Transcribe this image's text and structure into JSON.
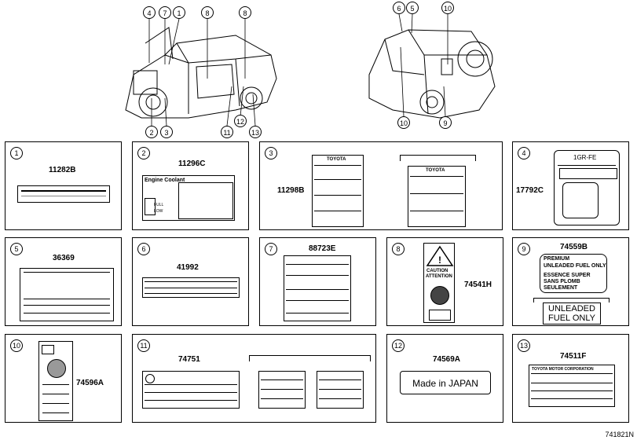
{
  "diagram_id": "741821N",
  "callouts": {
    "front": [
      "4",
      "7",
      "1",
      "8",
      "8",
      "2",
      "3",
      "11",
      "12",
      "13"
    ],
    "rear": [
      "6",
      "5",
      "10",
      "10",
      "9"
    ]
  },
  "panels": [
    {
      "num": "1",
      "part": "11282B"
    },
    {
      "num": "2",
      "part": "11296C",
      "label_title": "Engine Coolant",
      "label_sub": "FULL",
      "label_sub2": "LOW"
    },
    {
      "num": "3",
      "part": "11298B",
      "brand": "TOYOTA",
      "brand2": "TOYOTA"
    },
    {
      "num": "4",
      "part": "17792C",
      "engine": "1GR-FE"
    },
    {
      "num": "5",
      "part": "36369"
    },
    {
      "num": "6",
      "part": "41992"
    },
    {
      "num": "7",
      "part": "88723E"
    },
    {
      "num": "8",
      "part": "74541H",
      "caution": "CAUTION",
      "attention": "ATTENTION"
    },
    {
      "num": "9",
      "part": "74559B",
      "line1": "PREMIUM",
      "line2": "UNLEADED FUEL ONLY",
      "line3": "ESSENCE SUPER",
      "line4": "SANS PLOMB",
      "line5": "SEULEMENT",
      "big1": "UNLEADED",
      "big2": "FUEL ONLY"
    },
    {
      "num": "10",
      "part": "74596A"
    },
    {
      "num": "11",
      "part": "74751"
    },
    {
      "num": "12",
      "part": "74569A",
      "made": "Made in JAPAN"
    },
    {
      "num": "13",
      "part": "74511F",
      "corp": "TOYOTA MOTOR CORPORATION"
    }
  ]
}
